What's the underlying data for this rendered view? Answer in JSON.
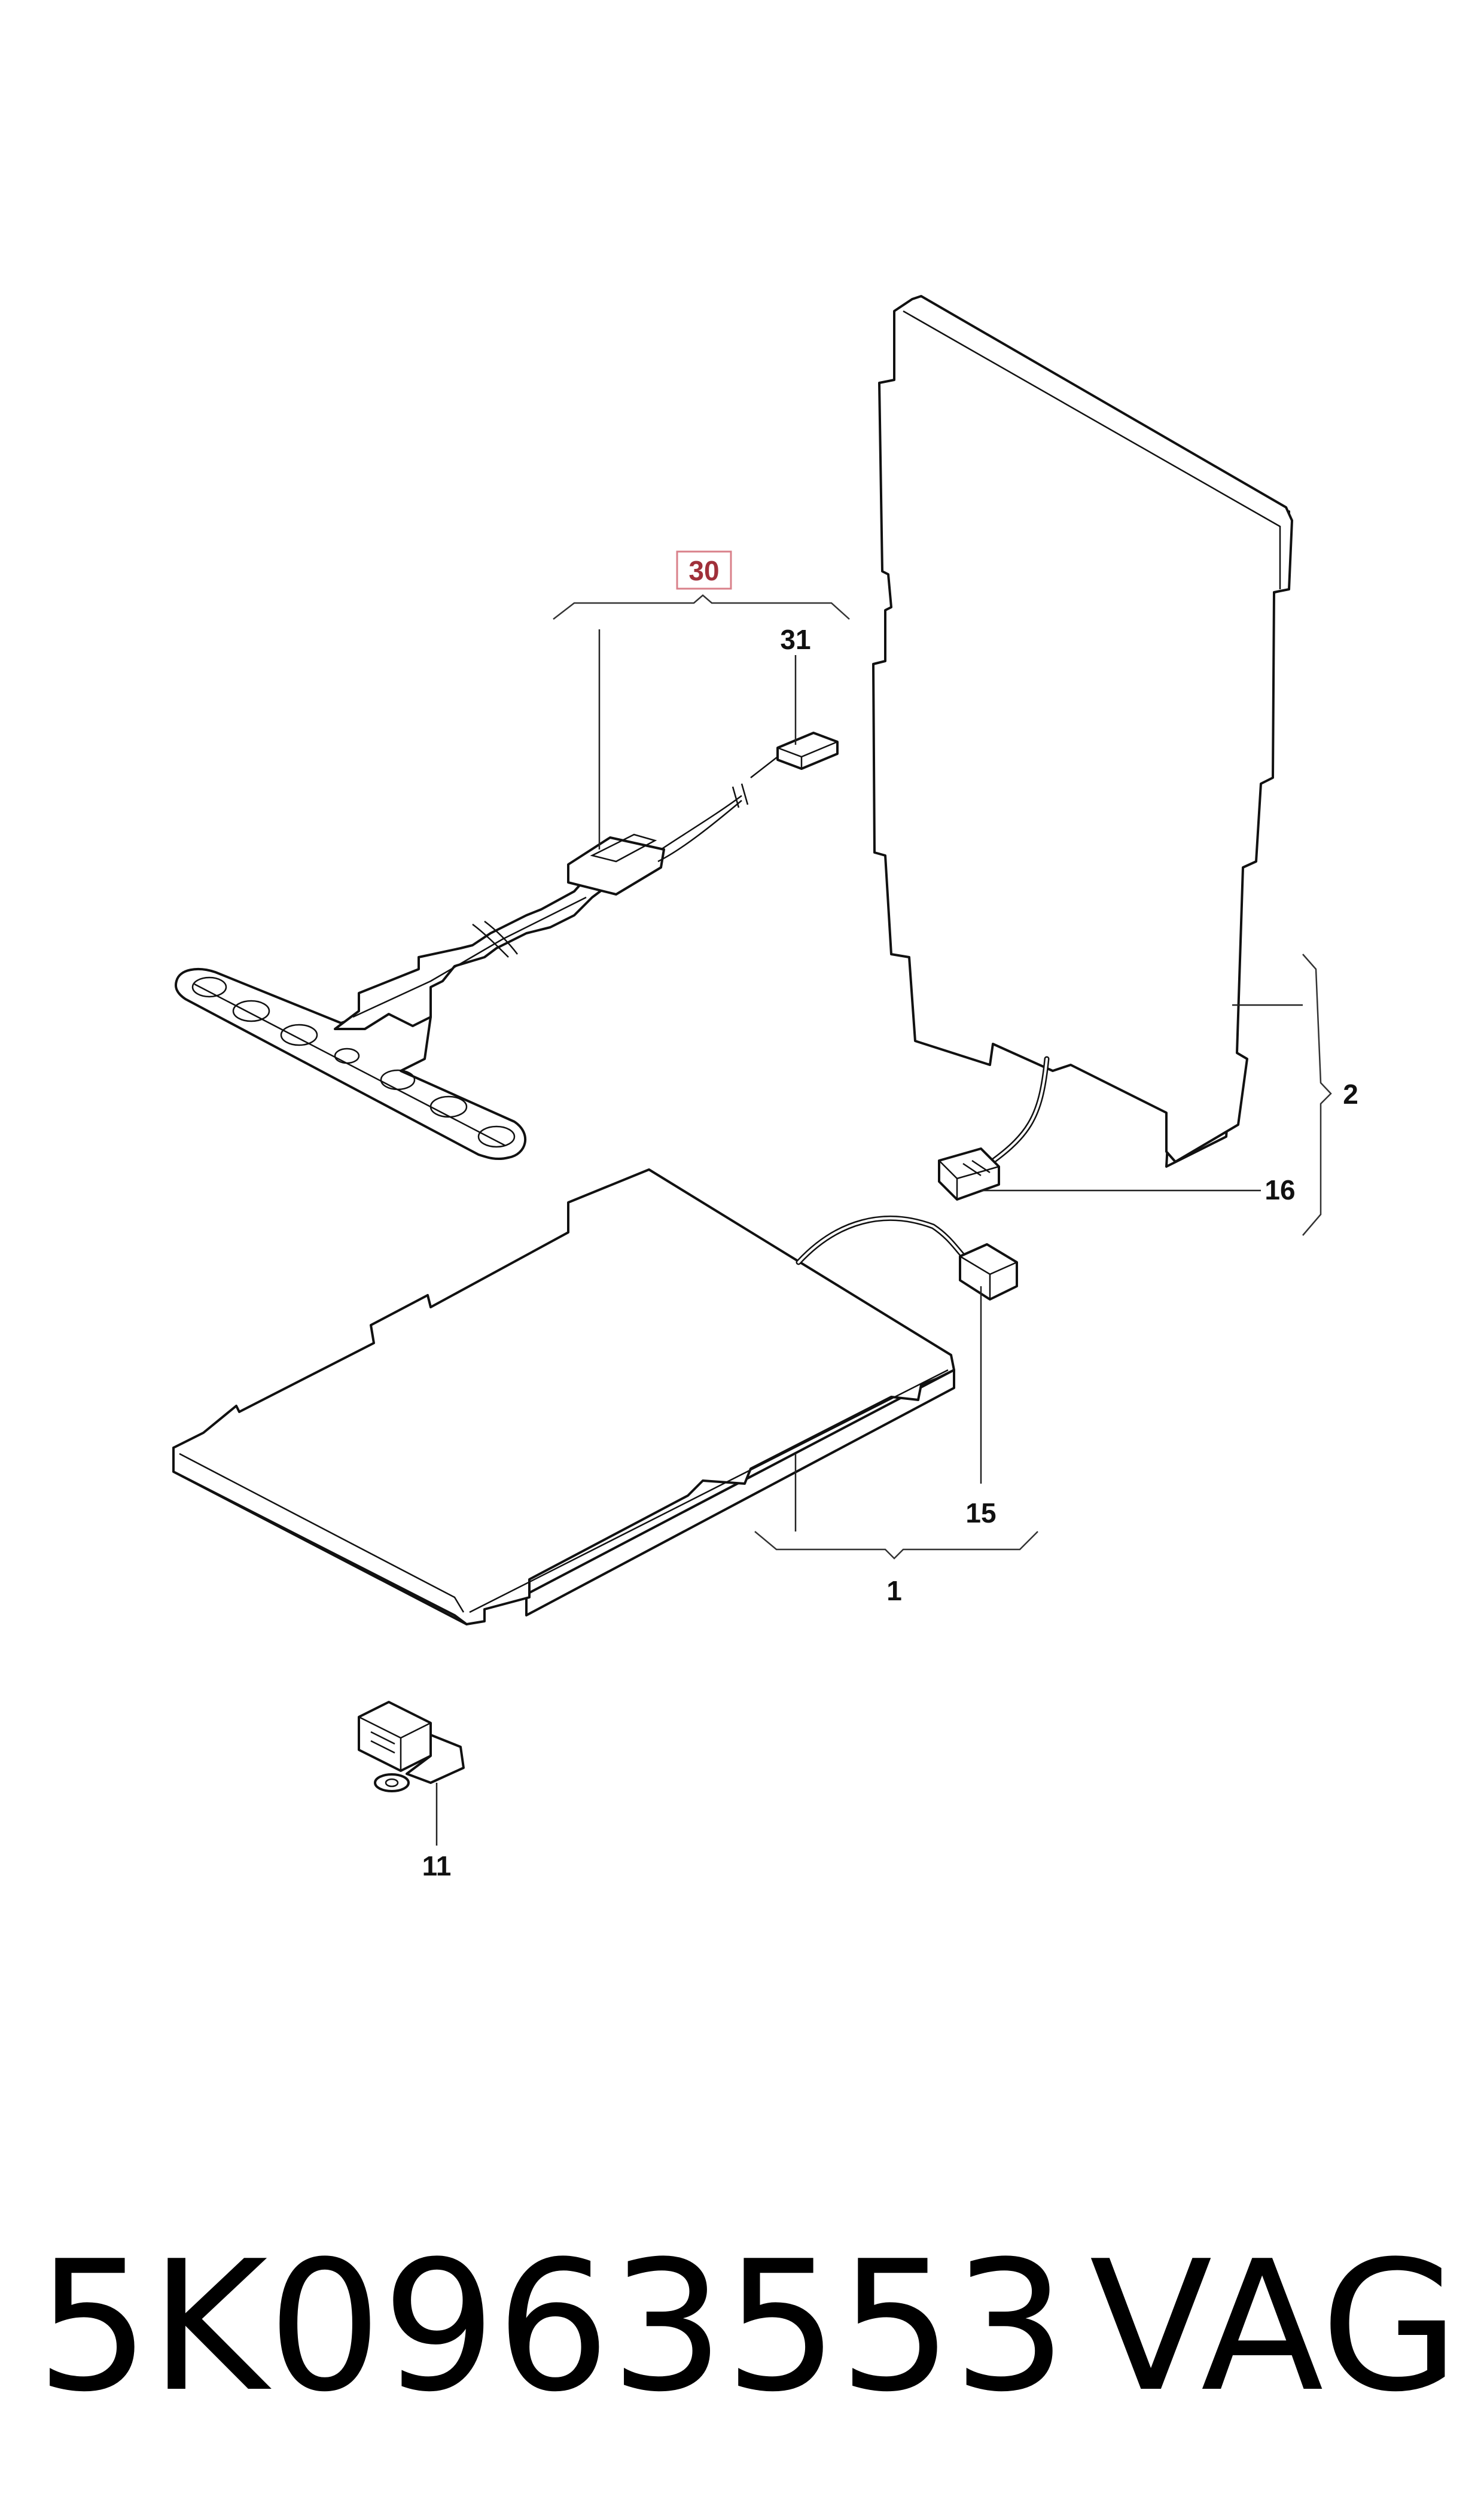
{
  "callouts": {
    "c30": "30",
    "c31": "31",
    "c2": "2",
    "c16": "16",
    "c15": "15",
    "c1": "1",
    "c11": "11"
  },
  "footer": {
    "part_number": "5K0963553",
    "brand": "VAG"
  },
  "colors": {
    "highlight": "#a0303a",
    "highlight_box": "#d9808a",
    "ink": "#111111"
  }
}
